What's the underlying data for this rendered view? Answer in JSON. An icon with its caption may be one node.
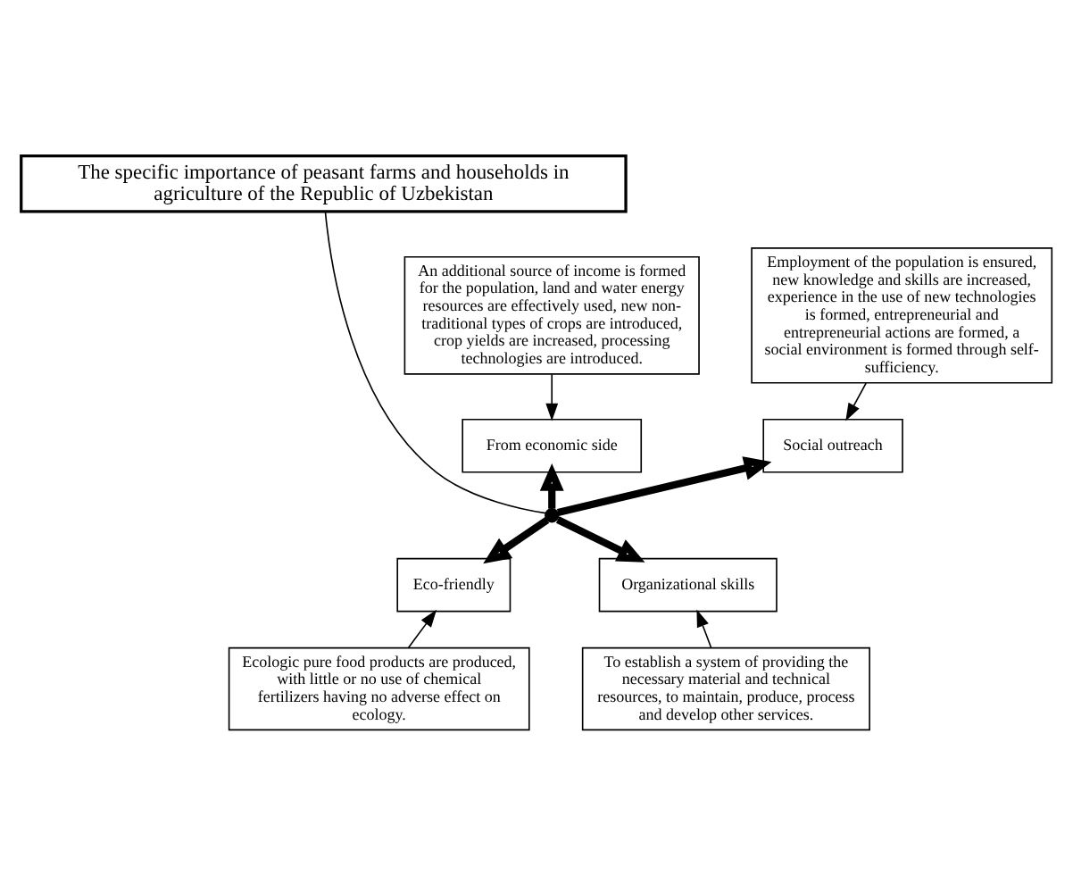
{
  "diagram": {
    "nodes": [
      {
        "text": [
          "The specific importance of peasant farms and households in agriculture of the Republic of Uzbekistan"
        ]
      },
      {
        "text": [
          "An additional source of income is formed for the population, land and water energy resources are effectively used, new non-traditional types of crops are introduced, crop yields are increased, processing technologies are introduced."
        ]
      },
      {
        "text": [
          "Employment of the population is ensured, new knowledge and skills are increased, experience in the use of new technologies is formed, entrepreneurial and entrepreneurial actions are formed, a social environment is formed through self-sufficiency."
        ]
      },
      {
        "text": [
          "From economic side"
        ]
      },
      {
        "text": [
          "Social outreach"
        ]
      },
      {
        "text": [],
        "shape": "circle"
      },
      {
        "text": [
          "Eco-friendly"
        ]
      },
      {
        "text": [
          "Organizational skills"
        ]
      },
      {
        "text": [
          "Ecologic pure food products are produced, with little or no use of chemical fertilizers having no adverse effect on ecology."
        ]
      },
      {
        "text": [
          "To establish a system of providing the necessary material and technical resources, to maintain, produce, process and develop other services."
        ]
      }
    ],
    "edges": [
      {
        "from": 0,
        "to": 5,
        "arrow": "none"
      },
      {
        "from": 5,
        "to": 3,
        "arrow": "to",
        "style": "thick"
      },
      {
        "from": 5,
        "to": 4,
        "arrow": "to",
        "style": "thick"
      },
      {
        "from": 5,
        "to": 6,
        "arrow": "to",
        "style": "thick"
      },
      {
        "from": 5,
        "to": 7,
        "arrow": "to",
        "style": "thick"
      },
      {
        "from": 1,
        "to": 3,
        "arrow": "to"
      },
      {
        "from": 2,
        "to": 4,
        "arrow": "to"
      },
      {
        "from": 8,
        "to": 6,
        "arrow": "to"
      },
      {
        "from": 9,
        "to": 7,
        "arrow": "to"
      }
    ]
  }
}
